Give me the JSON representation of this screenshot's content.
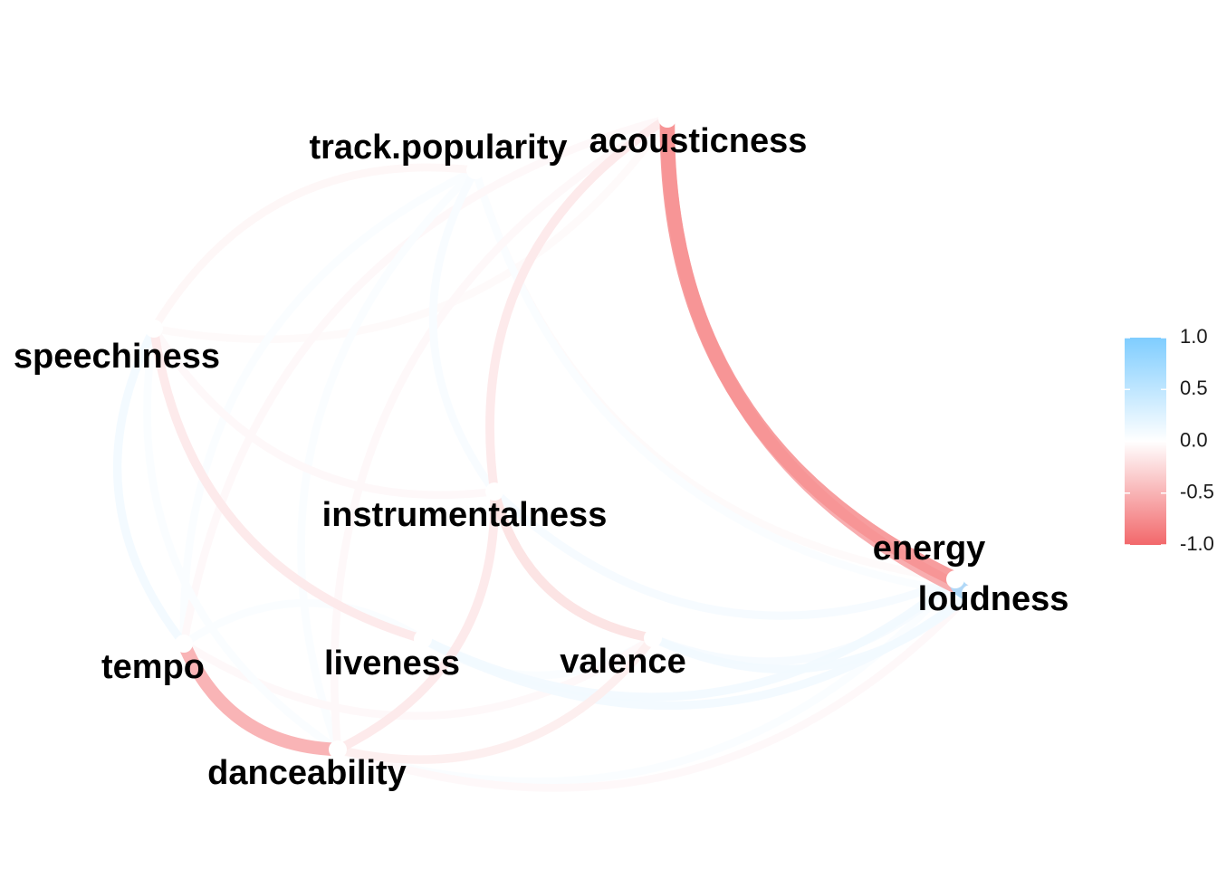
{
  "chart_data": {
    "type": "network",
    "nodes": [
      {
        "name": "track.popularity"
      },
      {
        "name": "acousticness"
      },
      {
        "name": "speechiness"
      },
      {
        "name": "instrumentalness"
      },
      {
        "name": "energy"
      },
      {
        "name": "loudness"
      },
      {
        "name": "tempo"
      },
      {
        "name": "liveness"
      },
      {
        "name": "valence"
      },
      {
        "name": "danceability"
      }
    ],
    "edges": [
      {
        "from": "acousticness",
        "to": "energy",
        "value": -0.72
      },
      {
        "from": "acousticness",
        "to": "loudness",
        "value": -0.6
      },
      {
        "from": "energy",
        "to": "loudness",
        "value": 0.68
      },
      {
        "from": "tempo",
        "to": "danceability",
        "value": -0.55
      },
      {
        "from": "acousticness",
        "to": "instrumentalness",
        "value": -0.15
      },
      {
        "from": "danceability",
        "to": "valence",
        "value": -0.12
      },
      {
        "from": "instrumentalness",
        "to": "valence",
        "value": -0.2
      },
      {
        "from": "speechiness",
        "to": "liveness",
        "value": -0.15
      },
      {
        "from": "danceability",
        "to": "instrumentalness",
        "value": -0.15
      },
      {
        "from": "speechiness",
        "to": "tempo",
        "value": 0.1
      },
      {
        "from": "track.popularity",
        "to": "instrumentalness",
        "value": 0.06
      },
      {
        "from": "liveness",
        "to": "energy",
        "value": 0.1
      },
      {
        "from": "liveness",
        "to": "loudness",
        "value": 0.1
      },
      {
        "from": "valence",
        "to": "loudness",
        "value": 0.1
      },
      {
        "from": "valence",
        "to": "energy",
        "value": 0.08
      },
      {
        "from": "instrumentalness",
        "to": "energy",
        "value": 0.08
      },
      {
        "from": "danceability",
        "to": "energy",
        "value": 0.05
      },
      {
        "from": "danceability",
        "to": "loudness",
        "value": -0.05
      },
      {
        "from": "track.popularity",
        "to": "speechiness",
        "value": -0.06
      },
      {
        "from": "speechiness",
        "to": "acousticness",
        "value": -0.04
      },
      {
        "from": "acousticness",
        "to": "tempo",
        "value": -0.05
      },
      {
        "from": "track.popularity",
        "to": "danceability",
        "value": 0.05
      },
      {
        "from": "track.popularity",
        "to": "tempo",
        "value": 0.04
      },
      {
        "from": "acousticness",
        "to": "danceability",
        "value": -0.05
      },
      {
        "from": "speechiness",
        "to": "instrumentalness",
        "value": -0.05
      },
      {
        "from": "liveness",
        "to": "tempo",
        "value": 0.04
      },
      {
        "from": "liveness",
        "to": "valence",
        "value": 0.05
      },
      {
        "from": "tempo",
        "to": "valence",
        "value": -0.05
      },
      {
        "from": "speechiness",
        "to": "danceability",
        "value": 0.05
      },
      {
        "from": "track.popularity",
        "to": "energy",
        "value": -0.04
      },
      {
        "from": "track.popularity",
        "to": "loudness",
        "value": 0.04
      }
    ],
    "legend": {
      "ticks": [
        "1.0",
        "0.5",
        "0.0",
        "-0.5",
        "-1.0"
      ],
      "range": [
        -1.0,
        1.0
      ],
      "color_high": "#7fcdff",
      "color_mid": "#ffffff",
      "color_low": "#f2686b",
      "placement": "right"
    }
  }
}
